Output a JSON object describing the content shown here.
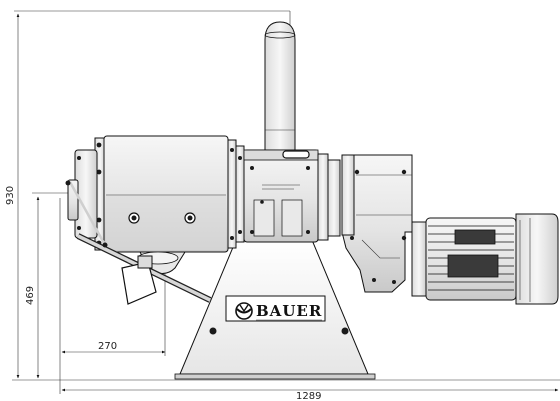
{
  "dimensions": {
    "total_height": "930",
    "axis_height": "469",
    "inlet_offset": "270",
    "total_length": "1289"
  },
  "logo": {
    "brand": "BAUER"
  },
  "colors": {
    "metal_light": "#f4f4f4",
    "metal_mid": "#d9d9d9",
    "outline": "#111111"
  }
}
